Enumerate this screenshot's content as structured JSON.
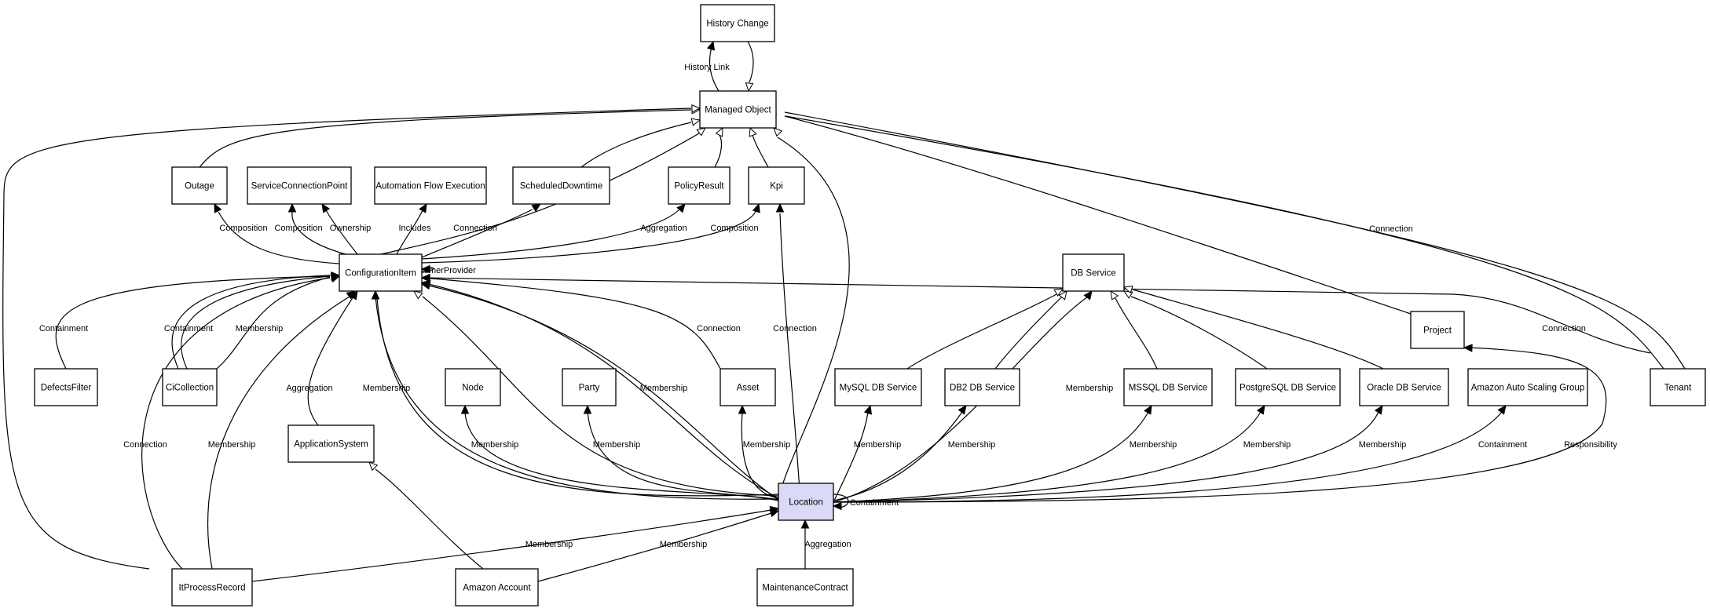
{
  "diagram": {
    "nodes": [
      {
        "id": "history_change",
        "label": "History Change"
      },
      {
        "id": "managed_object",
        "label": "Managed Object"
      },
      {
        "id": "outage",
        "label": "Outage"
      },
      {
        "id": "service_connection_point",
        "label": "ServiceConnectionPoint"
      },
      {
        "id": "automation_flow_execution",
        "label": "Automation Flow Execution"
      },
      {
        "id": "scheduled_downtime",
        "label": "ScheduledDowntime"
      },
      {
        "id": "policy_result",
        "label": "PolicyResult"
      },
      {
        "id": "kpi",
        "label": "Kpi"
      },
      {
        "id": "configuration_item",
        "label": "ConfigurationItem"
      },
      {
        "id": "db_service",
        "label": "DB Service"
      },
      {
        "id": "project",
        "label": "Project"
      },
      {
        "id": "defects_filter",
        "label": "DefectsFilter"
      },
      {
        "id": "ci_collection",
        "label": "CiCollection"
      },
      {
        "id": "node",
        "label": "Node"
      },
      {
        "id": "party",
        "label": "Party"
      },
      {
        "id": "asset",
        "label": "Asset"
      },
      {
        "id": "mysql_db_service",
        "label": "MySQL DB Service"
      },
      {
        "id": "db2_db_service",
        "label": "DB2 DB Service"
      },
      {
        "id": "mssql_db_service",
        "label": "MSSQL DB Service"
      },
      {
        "id": "postgresql_db_service",
        "label": "PostgreSQL DB Service"
      },
      {
        "id": "oracle_db_service",
        "label": "Oracle DB Service"
      },
      {
        "id": "amazon_auto_scaling_group",
        "label": "Amazon Auto Scaling Group"
      },
      {
        "id": "tenant",
        "label": "Tenant"
      },
      {
        "id": "application_system",
        "label": "ApplicationSystem"
      },
      {
        "id": "location",
        "label": "Location",
        "highlight": true
      },
      {
        "id": "it_process_record",
        "label": "ItProcessRecord"
      },
      {
        "id": "amazon_account",
        "label": "Amazon Account"
      },
      {
        "id": "maintenance_contract",
        "label": "MaintenanceContract"
      }
    ],
    "edges": [
      {
        "id": "e1",
        "label": "History Link",
        "head": "filled"
      },
      {
        "id": "e2",
        "label": "",
        "head": "open"
      },
      {
        "id": "e3",
        "label": "",
        "head": "open"
      },
      {
        "id": "e4",
        "label": "",
        "head": "open"
      },
      {
        "id": "e5",
        "label": "",
        "head": "open"
      },
      {
        "id": "e6",
        "label": "",
        "head": "open"
      },
      {
        "id": "e7",
        "label": "",
        "head": "open"
      },
      {
        "id": "e8",
        "label": "",
        "head": "open"
      },
      {
        "id": "e9",
        "label": "",
        "head": "open"
      },
      {
        "id": "e10",
        "label": "",
        "head": "open"
      },
      {
        "id": "e11",
        "label": "Connection",
        "head": "open"
      },
      {
        "id": "e12",
        "label": "",
        "head": "open"
      },
      {
        "id": "e13",
        "label": "Composition",
        "head": "filled"
      },
      {
        "id": "e14",
        "label": "Composition",
        "head": "filled"
      },
      {
        "id": "e15",
        "label": "Ownership",
        "head": "filled"
      },
      {
        "id": "e16",
        "label": "Includes",
        "head": "filled"
      },
      {
        "id": "e17",
        "label": "Connection",
        "head": "filled"
      },
      {
        "id": "e18",
        "label": "Aggregation",
        "head": "filled"
      },
      {
        "id": "e19",
        "label": "Composition",
        "head": "filled"
      },
      {
        "id": "e20",
        "label": "ConsumerProvider",
        "head": "filled"
      },
      {
        "id": "e21",
        "label": "Containment",
        "head": "filled"
      },
      {
        "id": "e22",
        "label": "",
        "head": "filled"
      },
      {
        "id": "e23",
        "label": "Containment",
        "head": "filled"
      },
      {
        "id": "e24",
        "label": "Membership",
        "head": "filled"
      },
      {
        "id": "e25",
        "label": "Connection",
        "head": "filled"
      },
      {
        "id": "e26",
        "label": "Membership",
        "head": "filled"
      },
      {
        "id": "e27",
        "label": "Aggregation",
        "head": "filled"
      },
      {
        "id": "e28",
        "label": "Membership",
        "head": "filled"
      },
      {
        "id": "e29",
        "label": "",
        "head": "open"
      },
      {
        "id": "e30",
        "label": "",
        "head": "filled"
      },
      {
        "id": "e31",
        "label": "Membership",
        "head": "filled"
      },
      {
        "id": "e32",
        "label": "Connection",
        "head": "filled"
      },
      {
        "id": "e33",
        "label": "Connection",
        "head": "filled"
      },
      {
        "id": "e34",
        "label": "Connection",
        "head": "filled"
      },
      {
        "id": "e35",
        "label": "",
        "head": "open"
      },
      {
        "id": "e36",
        "label": "",
        "head": "open"
      },
      {
        "id": "e37",
        "label": "",
        "head": "open"
      },
      {
        "id": "e38",
        "label": "",
        "head": "open"
      },
      {
        "id": "e39",
        "label": "",
        "head": "open"
      },
      {
        "id": "e40",
        "label": "Membership",
        "head": "filled"
      },
      {
        "id": "e41",
        "label": "Membership",
        "head": "filled"
      },
      {
        "id": "e42",
        "label": "Membership",
        "head": "filled"
      },
      {
        "id": "e43",
        "label": "Membership",
        "head": "filled"
      },
      {
        "id": "e44",
        "label": "Membership",
        "head": "filled"
      },
      {
        "id": "e45",
        "label": "Membership",
        "head": "filled"
      },
      {
        "id": "e46",
        "label": "Membership",
        "head": "filled"
      },
      {
        "id": "e47",
        "label": "Membership",
        "head": "filled"
      },
      {
        "id": "e48",
        "label": "Membership",
        "head": "filled"
      },
      {
        "id": "e49",
        "label": "Containment",
        "head": "filled"
      },
      {
        "id": "e50",
        "label": "Responsibility",
        "head": "filled"
      },
      {
        "id": "e51",
        "label": "Containment",
        "head": "filled"
      },
      {
        "id": "e52",
        "label": "Membership",
        "head": "filled"
      },
      {
        "id": "e53",
        "label": "Membership",
        "head": "filled"
      },
      {
        "id": "e54",
        "label": "Aggregation",
        "head": "filled"
      },
      {
        "id": "e55",
        "label": "",
        "head": "open"
      },
      {
        "id": "e56",
        "label": "Membership",
        "head": "filled"
      }
    ]
  }
}
